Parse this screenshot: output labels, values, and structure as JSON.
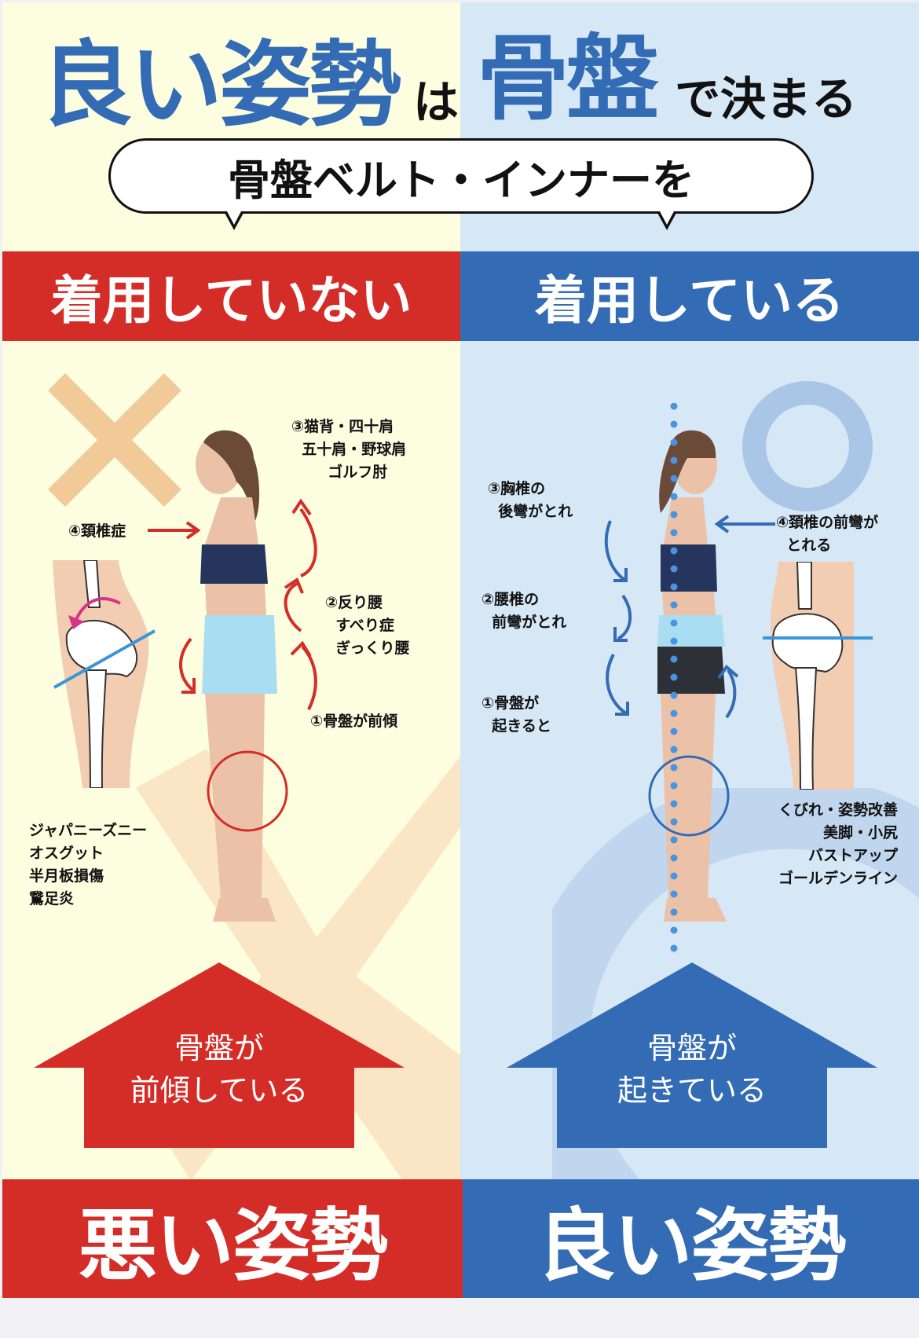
{
  "title": {
    "part1": "良い姿勢",
    "part2": "は",
    "part3": "骨盤",
    "part4": "で決まる"
  },
  "bubble": {
    "text": "骨盤ベルト・インナーを"
  },
  "left": {
    "header": "着用していない",
    "mark_icon": "cross-mark",
    "labels": {
      "shoulder": "③猫背・四十肩\n  五十肩・野球肩\n       ゴルフ肘",
      "neck": "④頚椎症",
      "lumbar": "②反り腰\n  すべり症\n  ぎっくり腰",
      "pelvis": "①骨盤が前傾",
      "knee": "ジャパニーズニー\nオスグット\n半月板損傷\n鵞足炎"
    },
    "arrow_text": [
      "骨盤が",
      "前傾している"
    ],
    "footer": "悪い姿勢",
    "color": "#D42D27"
  },
  "right": {
    "header": "着用している",
    "mark_icon": "circle-mark",
    "labels": {
      "thoracic": "③胸椎の\n  後彎がとれ",
      "neck": "④頚椎の前彎が\n  とれる",
      "lumbar": "②腰椎の\n  前彎がとれ",
      "pelvis": "①骨盤が\n  起きると",
      "benefits": "くびれ・姿勢改善\n美脚・小尻\nバストアップ\nゴールデンライン"
    },
    "arrow_text": [
      "骨盤が",
      "起きている"
    ],
    "footer": "良い姿勢",
    "color": "#336CB4"
  },
  "colors": {
    "cream": "#FDFDE0",
    "light_blue": "#D6E7F6",
    "red": "#D42D27",
    "blue": "#336CB4",
    "cross_fill": "#F2C999",
    "circle_fill": "#A9C6E6",
    "dot_blue": "#4A93DE"
  }
}
